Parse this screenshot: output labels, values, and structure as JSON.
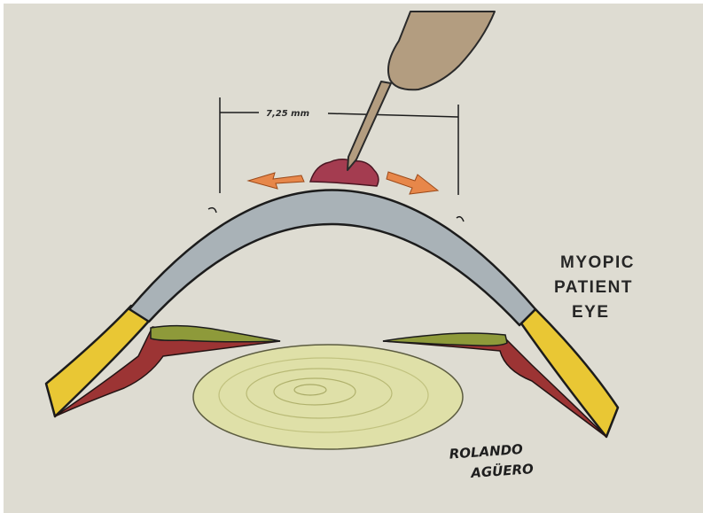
{
  "measurement": {
    "label": "7,25 mm"
  },
  "caption": {
    "lines": [
      "MYOPIC",
      "PATIENT",
      "EYE"
    ]
  },
  "signature": {
    "lines": [
      "ROLANDO",
      "AGÜERO"
    ]
  },
  "colors": {
    "paper": "#dedcd2",
    "cornea": "#a9b2b7",
    "sclera": "#e9c734",
    "iris_tissue": "#9c3434",
    "ciliary_tissue": "#8e9a3a",
    "lens": "#dfe0a8",
    "instrument": "#b39d80",
    "arrow": "#e7874a",
    "tissue_lump": "#a43c50"
  },
  "icons": [
    "spatula-instrument-icon",
    "arrow-left-icon",
    "arrow-right-icon"
  ]
}
